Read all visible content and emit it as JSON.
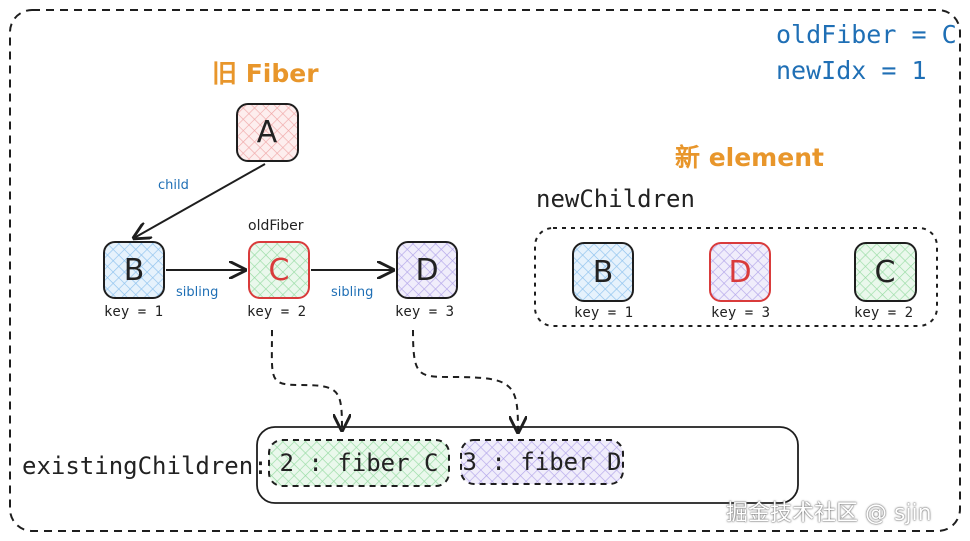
{
  "status": {
    "old_fiber": "oldFiber = C",
    "new_idx": "newIdx = 1"
  },
  "old_tree": {
    "title": "旧 Fiber",
    "pointer_label": "oldFiber",
    "edge_child": "child",
    "edge_sibling": "sibling",
    "nodes": {
      "a": {
        "label": "A"
      },
      "b": {
        "label": "B",
        "key": "key = 1"
      },
      "c": {
        "label": "C",
        "key": "key = 2"
      },
      "d": {
        "label": "D",
        "key": "key = 3"
      }
    }
  },
  "new_elements": {
    "title": "新 element",
    "list_label": "newChildren",
    "items": [
      {
        "label": "B",
        "key": "key = 1"
      },
      {
        "label": "D",
        "key": "key = 3"
      },
      {
        "label": "C",
        "key": "key = 2"
      }
    ]
  },
  "existing_children": {
    "label": "existingChildren:",
    "slots": [
      {
        "text": "2 : fiber C"
      },
      {
        "text": "3 : fiber D"
      }
    ]
  },
  "watermark": "掘金技术社区 @ sjin",
  "colors": {
    "fill_red": "#f7c9c9",
    "fill_blue": "#a9d3f5",
    "fill_green": "#b8e8c0",
    "fill_purple": "#c9bff0",
    "border_red": "#d93b3b",
    "border_dark": "#1e1e1e",
    "accent_blue": "#1f6fb5",
    "accent_orange": "#e8962b"
  }
}
